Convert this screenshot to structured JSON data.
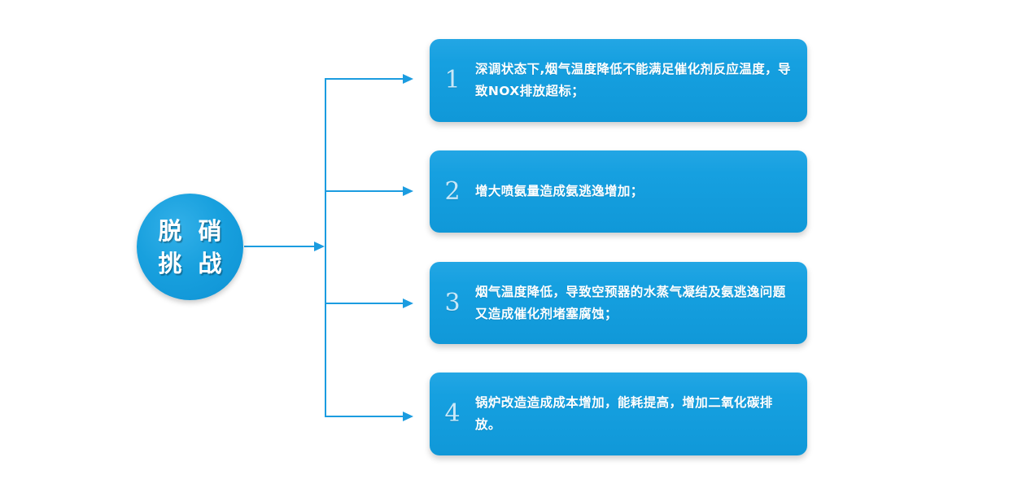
{
  "diagram": {
    "type": "tree-flow",
    "hub": {
      "name": "脱硝挑战",
      "lines": [
        "脱 硝",
        "挑 战"
      ],
      "color": "#16a0de",
      "text_color": "#ffffff"
    },
    "connector": {
      "color": "#1b9ce0",
      "arrow_count": 5
    },
    "items": [
      {
        "number": "1",
        "text": "深调状态下,烟气温度降低不能满足催化剂反应温度，导致NOX排放超标；",
        "color": "#16a0e0"
      },
      {
        "number": "2",
        "text": "增大喷氨量造成氨逃逸增加；",
        "color": "#16a0e0"
      },
      {
        "number": "3",
        "text": "烟气温度降低，导致空预器的水蒸气凝结及氨逃逸问题又造成催化剂堵塞腐蚀；",
        "color": "#16a0e0"
      },
      {
        "number": "4",
        "text": "锅炉改造造成成本增加，能耗提高，增加二氧化碳排放。",
        "color": "#16a0e0"
      }
    ]
  }
}
